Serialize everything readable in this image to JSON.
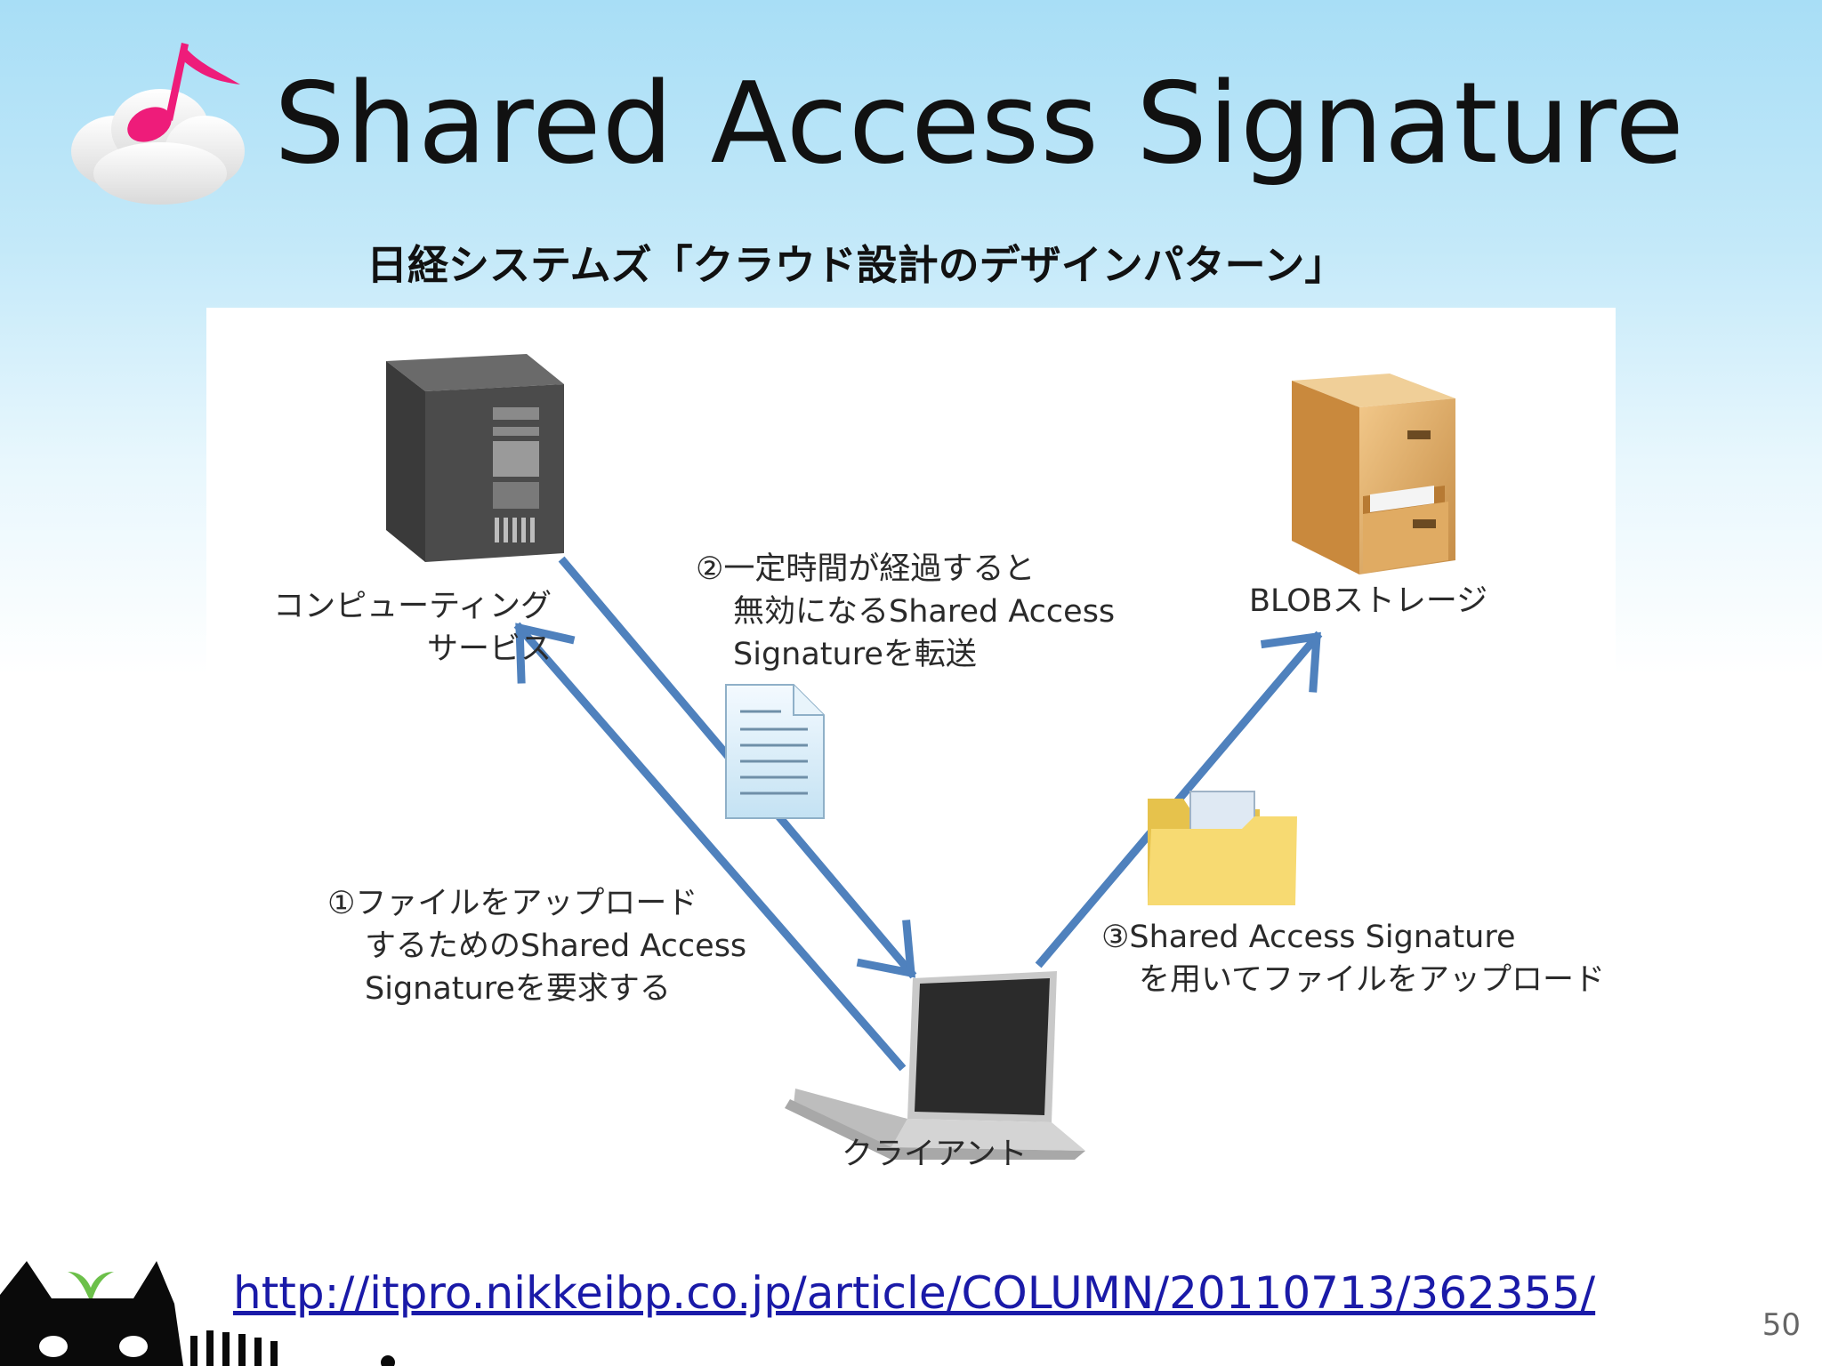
{
  "slide": {
    "title": "Shared Access Signature",
    "subtitle": "日経システムズ「クラウド設計のデザインパターン」",
    "link": "http://itpro.nikkeibp.co.jp/article/COLUMN/20110713/362355/",
    "page_number": "50"
  },
  "diagram": {
    "server_label": [
      "コンピューティング",
      "サービス"
    ],
    "blob_label": "BLOBストレージ",
    "client_label": "クライアント",
    "step1": [
      "①ファイルをアップロード",
      "するためのShared Access",
      "Signatureを要求する"
    ],
    "step2": [
      "②一定時間が経過すると",
      "無効になるShared Access",
      "Signatureを転送"
    ],
    "step3": [
      "③Shared Access Signature",
      "を用いてファイルをアップロード"
    ],
    "colors": {
      "arrow": "#4f81bd",
      "server": "#4a4a4a",
      "cabinet": "#d9a45c",
      "folder": "#f5d56b",
      "document": "#d7ecf8"
    },
    "icons": [
      "server-icon",
      "file-cabinet-icon",
      "document-icon",
      "folder-icon",
      "laptop-icon"
    ]
  },
  "branding": {
    "logo_icon": "music-note-cloud-icon",
    "mascot_icon": "black-cat-icon"
  }
}
